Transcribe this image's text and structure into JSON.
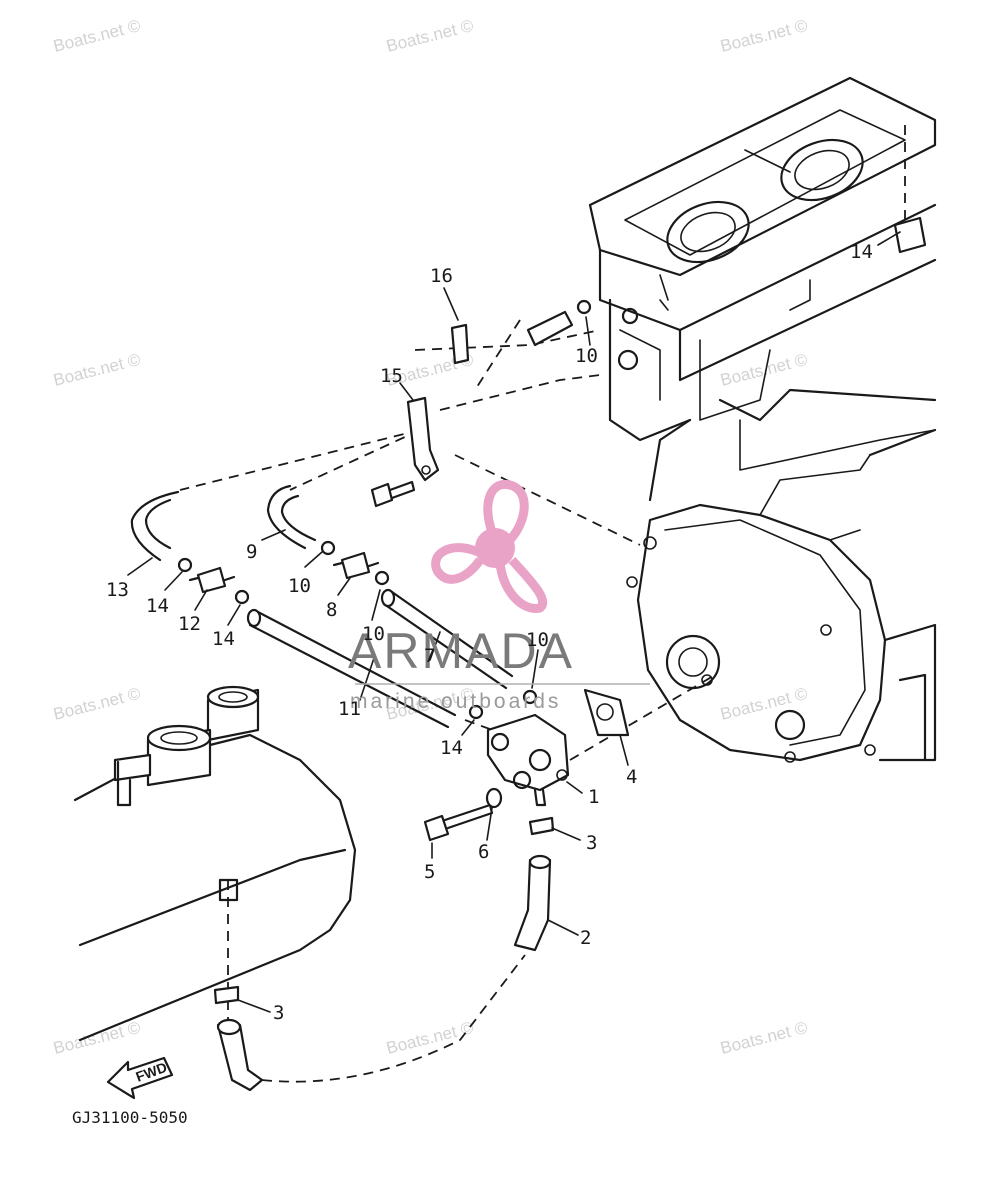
{
  "diagram": {
    "part_code": "GJ31100-5050",
    "fwd_label": "FWD",
    "callouts": [
      "16",
      "15",
      "14",
      "13",
      "14",
      "12",
      "14",
      "9",
      "10",
      "8",
      "10",
      "10",
      "7",
      "11",
      "14",
      "1",
      "2",
      "3",
      "3",
      "4",
      "5",
      "6",
      "10"
    ],
    "logo": {
      "name": "ARMADA",
      "tagline": "marine outboards",
      "color": "#e9a3c6"
    },
    "watermark": "Boats.net ©"
  }
}
